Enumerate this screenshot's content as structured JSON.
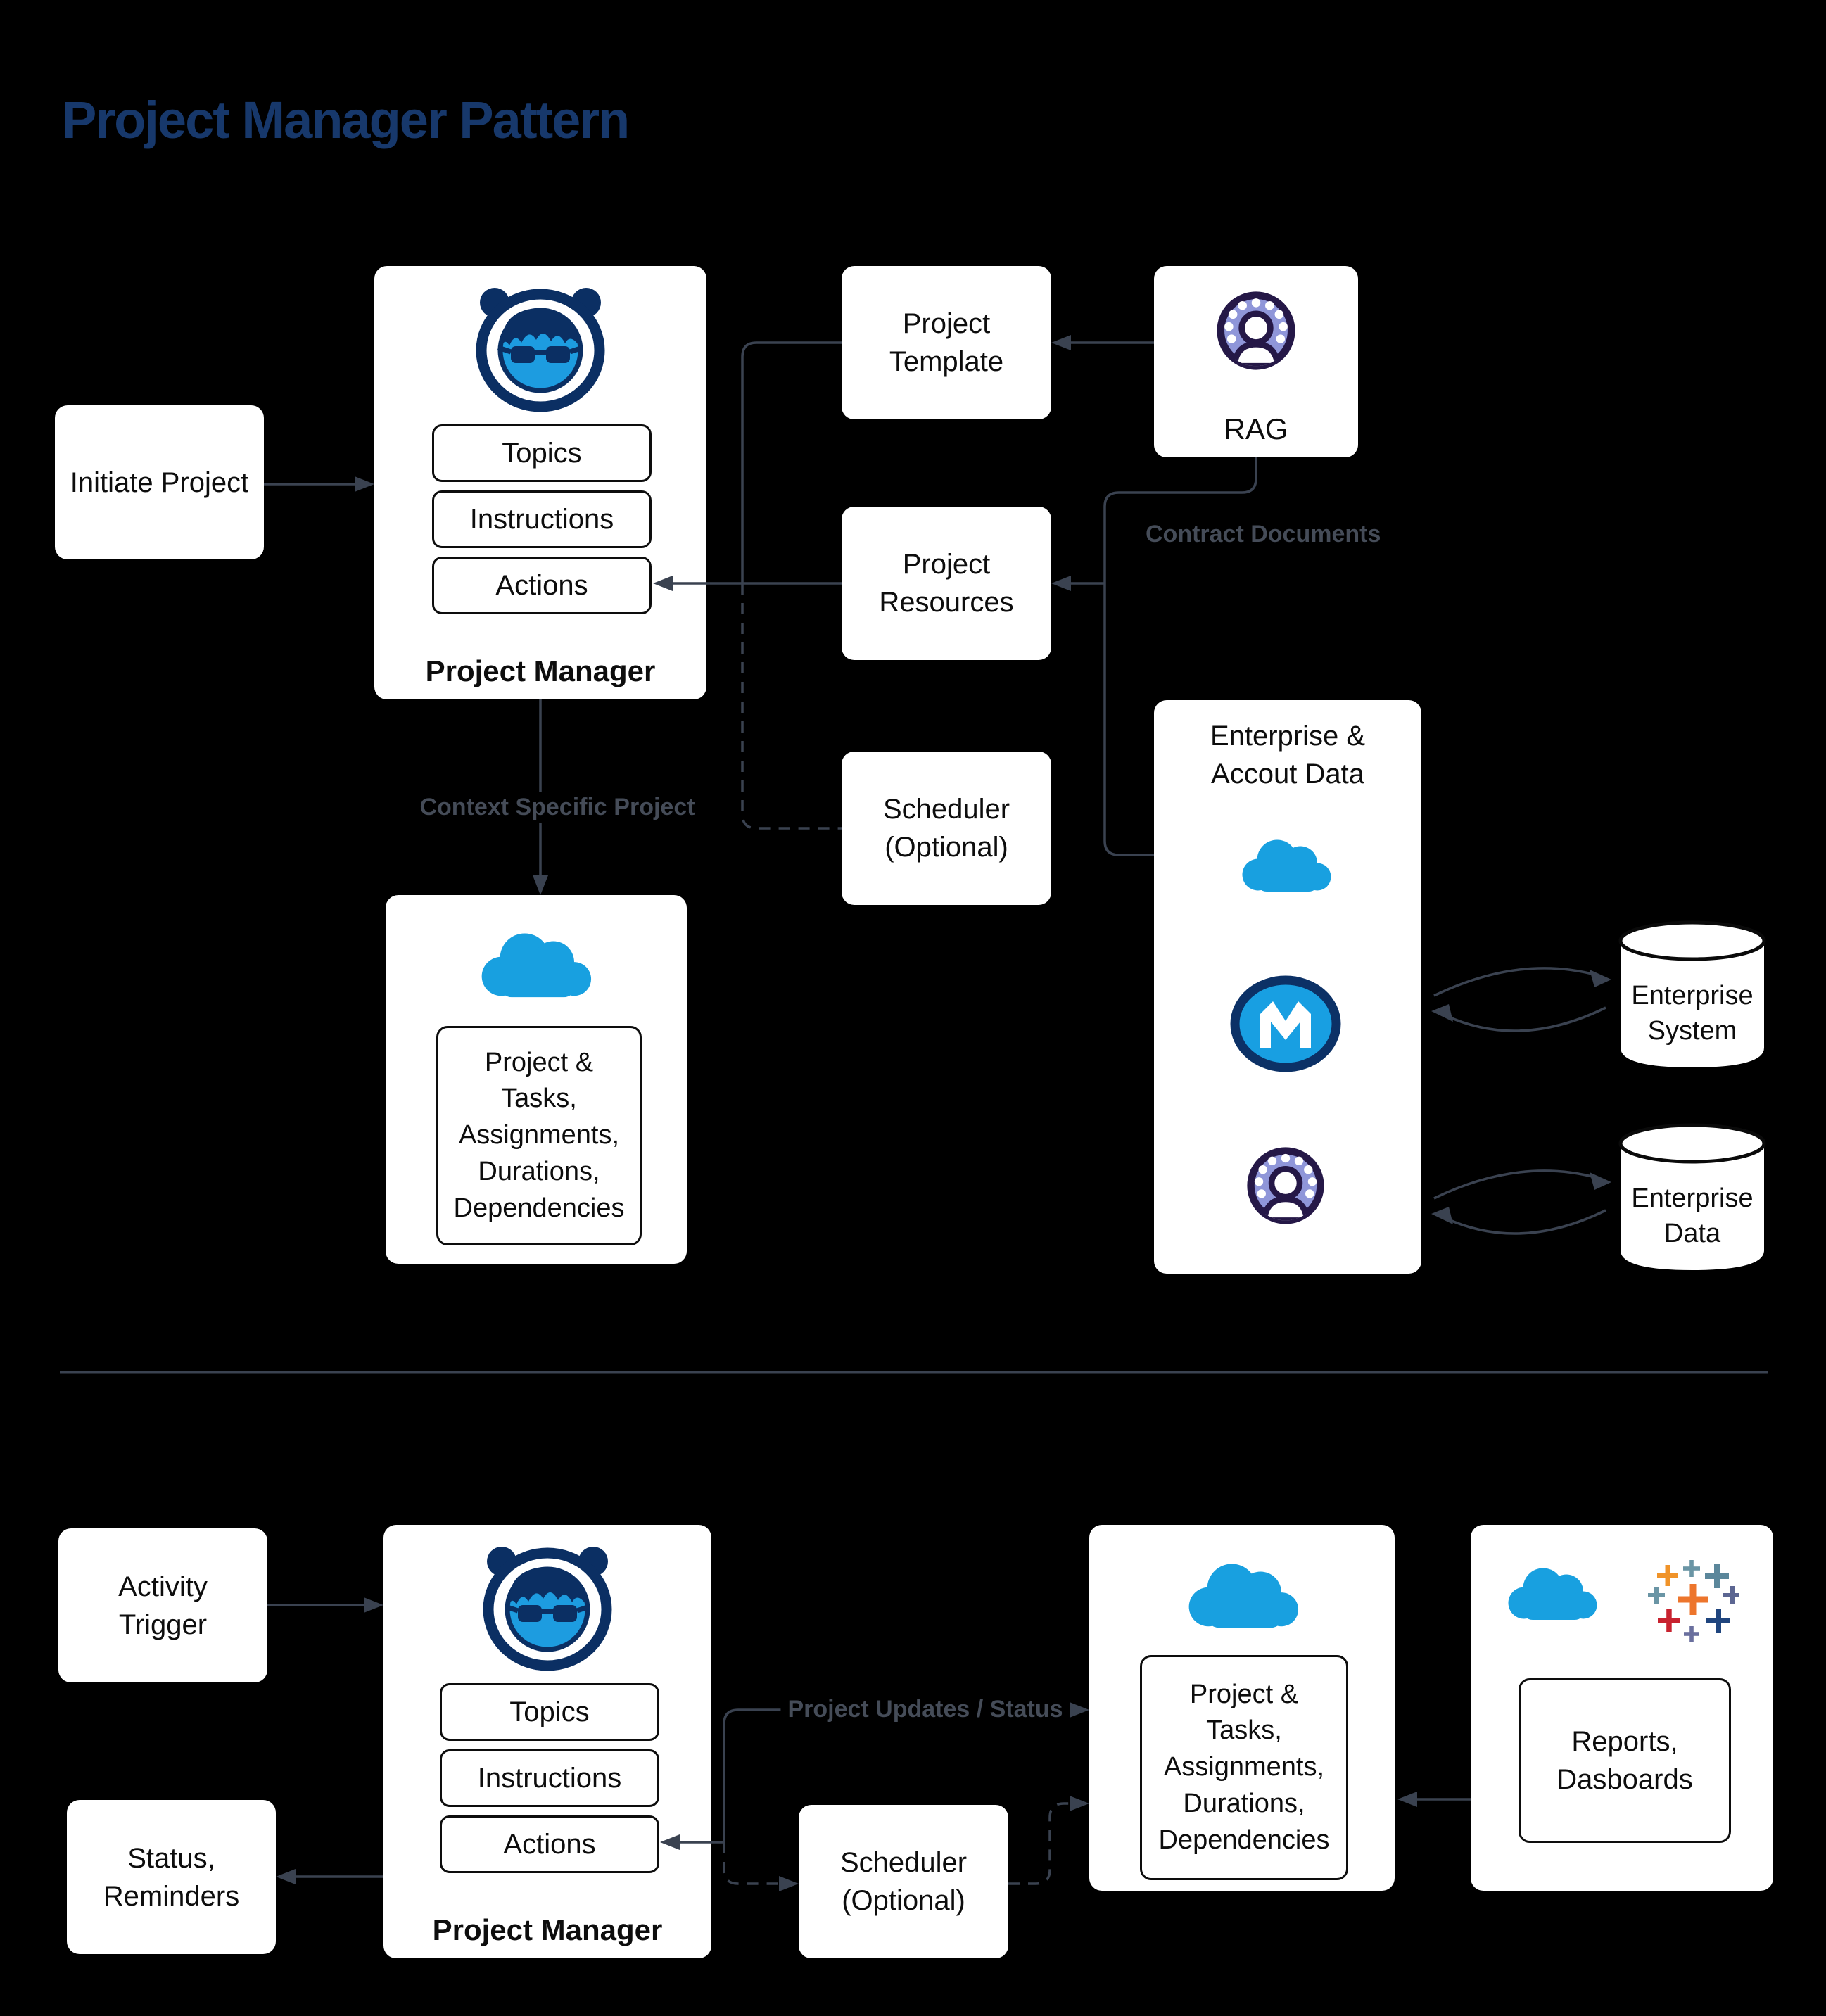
{
  "title": "Project Manager Pattern",
  "colors": {
    "background": "#000000",
    "title_text": "#17386b",
    "connector": "#3a4250",
    "muted_label": "#454c58",
    "box_fill": "#ffffff",
    "box_text": "#0d0d0d",
    "salesforce_blue": "#18a0e0",
    "agentforce_navy": "#0b2f63",
    "agentforce_blue": "#1d9ce0",
    "datacloud_lavender": "#8f96d9",
    "datacloud_outline": "#251847",
    "mulesoft_blue": "#189fe2",
    "tableau_orange": "#ED752C",
    "tableau_red": "#C8222F",
    "tableau_navy": "#1F457E",
    "tableau_steel": "#5B879B",
    "tableau_slate": "#5C6692",
    "tableau_gray": "#6a95a5"
  },
  "top": {
    "initiate": "Initiate Project",
    "project_manager": {
      "icon": "agentforce-icon",
      "topics": "Topics",
      "instructions": "Instructions",
      "actions": "Actions",
      "label": "Project Manager"
    },
    "project_template": "Project\nTemplate",
    "rag": {
      "icon": "data-cloud-icon",
      "label": "RAG"
    },
    "project_resources": "Project\nResources",
    "scheduler": "Scheduler\n(Optional)",
    "labels": {
      "contract_documents": "Contract Documents",
      "context_specific_project": "Context Specific Project"
    },
    "enterprise": {
      "title": "Enterprise &\nAccout Data",
      "icons": [
        "salesforce-cloud-icon",
        "mulesoft-icon",
        "data-cloud-icon"
      ]
    },
    "enterprise_system": "Enterprise\nSystem",
    "enterprise_data": "Enterprise\nData",
    "salesforce_project": {
      "icon": "salesforce-cloud-icon",
      "body": "Project &\nTasks,\nAssignments,\nDurations,\nDependencies"
    }
  },
  "bottom": {
    "activity_trigger": "Activity\nTrigger",
    "project_manager": {
      "icon": "agentforce-icon",
      "topics": "Topics",
      "instructions": "Instructions",
      "actions": "Actions",
      "label": "Project Manager"
    },
    "status_reminders": "Status,\nReminders",
    "scheduler": "Scheduler\n(Optional)",
    "labels": {
      "project_updates": "Project Updates / Status"
    },
    "salesforce_project": {
      "icon": "salesforce-cloud-icon",
      "body": "Project &\nTasks,\nAssignments,\nDurations,\nDependencies"
    },
    "reports": {
      "icons": [
        "salesforce-cloud-icon",
        "tableau-icon"
      ],
      "body": "Reports,\nDasboards"
    }
  }
}
